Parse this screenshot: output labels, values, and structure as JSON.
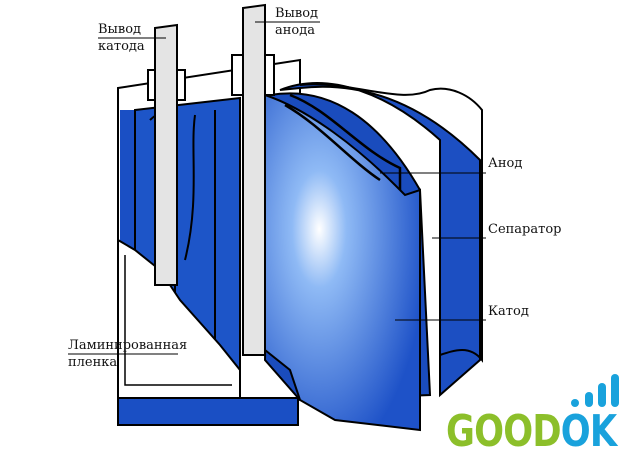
{
  "labels": {
    "cathode_tab": [
      "Вывод",
      "катода"
    ],
    "anode_tab": [
      "Вывод",
      "анода"
    ],
    "anode": "Анод",
    "separator": "Сепаратор",
    "cathode": "Катод",
    "laminated_film": [
      "Ламинированная",
      "пленка"
    ]
  },
  "logo": {
    "part1": "GOOD",
    "part2": "OK"
  },
  "colors": {
    "blue": "#1a4fc4",
    "light_blue": "#9cc4f5",
    "logo_green": "#8cbf2a",
    "logo_blue": "#19a2dc"
  }
}
